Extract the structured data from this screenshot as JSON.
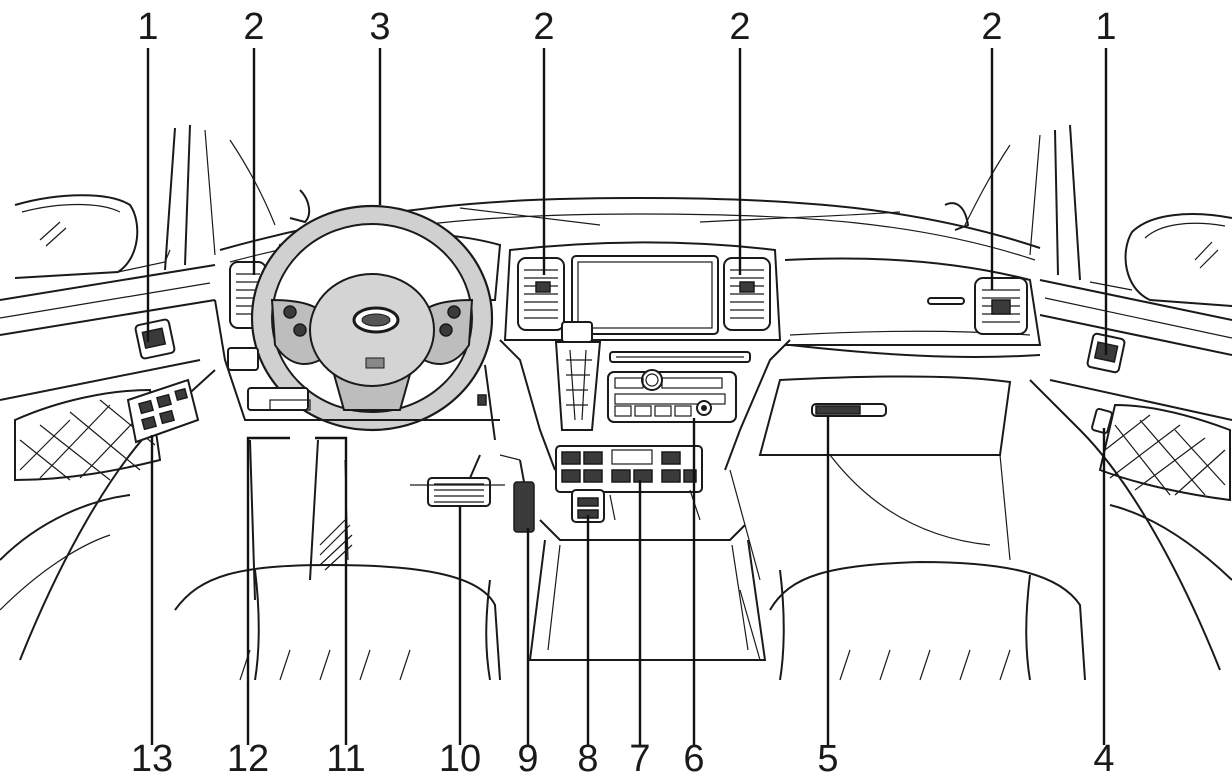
{
  "diagram": {
    "callouts": [
      {
        "id": "c1_left",
        "label": "1"
      },
      {
        "id": "c2_a",
        "label": "2"
      },
      {
        "id": "c3",
        "label": "3"
      },
      {
        "id": "c2_b",
        "label": "2"
      },
      {
        "id": "c2_c",
        "label": "2"
      },
      {
        "id": "c2_d",
        "label": "2"
      },
      {
        "id": "c1_right",
        "label": "1"
      },
      {
        "id": "c13",
        "label": "13"
      },
      {
        "id": "c12",
        "label": "12"
      },
      {
        "id": "c11",
        "label": "11"
      },
      {
        "id": "c10",
        "label": "10"
      },
      {
        "id": "c9",
        "label": "9"
      },
      {
        "id": "c8",
        "label": "8"
      },
      {
        "id": "c7",
        "label": "7"
      },
      {
        "id": "c6",
        "label": "6"
      },
      {
        "id": "c5",
        "label": "5"
      },
      {
        "id": "c4",
        "label": "4"
      }
    ]
  }
}
